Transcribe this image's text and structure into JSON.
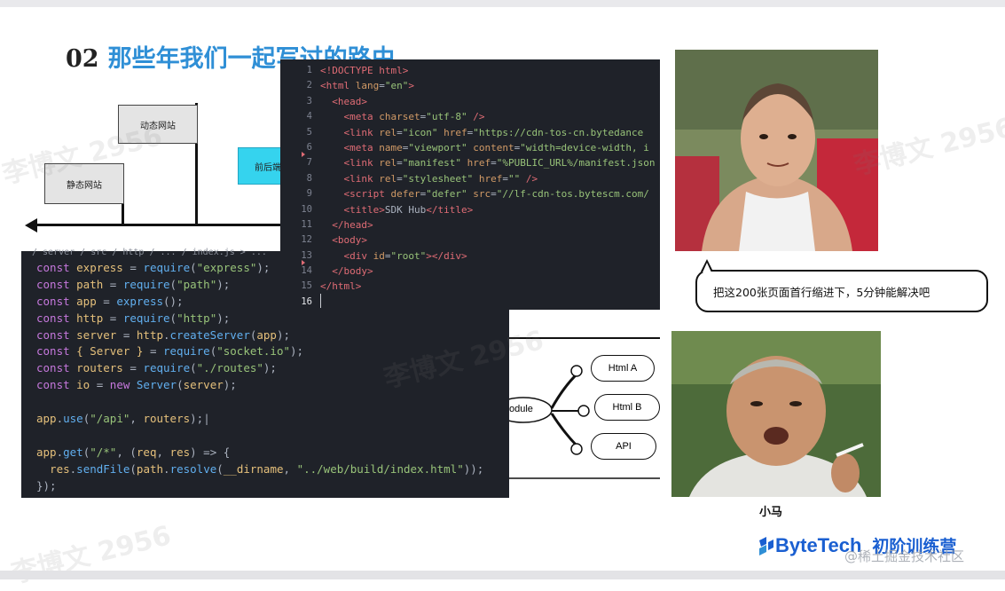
{
  "slide": {
    "number": "02",
    "title": "那些年我们一起写过的路由"
  },
  "timeline": {
    "static_site": "静态网站",
    "dynamic_site": "动态网站",
    "frontend_partial": "前后端"
  },
  "html_editor": {
    "line_numbers": [
      "1",
      "2",
      "3",
      "4",
      "5",
      "6",
      "7",
      "8",
      "9",
      "10",
      "11",
      "12",
      "13",
      "14",
      "15",
      "16"
    ],
    "lines": [
      [
        {
          "t": "<!DOCTYPE html>",
          "c": "tag"
        }
      ],
      [
        {
          "t": "<html ",
          "c": "tag"
        },
        {
          "t": "lang",
          "c": "attr"
        },
        {
          "t": "=",
          "c": "pun"
        },
        {
          "t": "\"en\"",
          "c": "str"
        },
        {
          "t": ">",
          "c": "tag"
        }
      ],
      [
        {
          "t": "  <head>",
          "c": "tag"
        }
      ],
      [
        {
          "t": "    <meta ",
          "c": "tag"
        },
        {
          "t": "charset",
          "c": "attr"
        },
        {
          "t": "=",
          "c": "pun"
        },
        {
          "t": "\"utf-8\"",
          "c": "str"
        },
        {
          "t": " />",
          "c": "tag"
        }
      ],
      [
        {
          "t": "    <link ",
          "c": "tag"
        },
        {
          "t": "rel",
          "c": "attr"
        },
        {
          "t": "=",
          "c": "pun"
        },
        {
          "t": "\"icon\"",
          "c": "str"
        },
        {
          "t": " href",
          "c": "attr"
        },
        {
          "t": "=",
          "c": "pun"
        },
        {
          "t": "\"https://cdn-tos-cn.bytedance",
          "c": "str"
        }
      ],
      [
        {
          "t": "    <meta ",
          "c": "tag"
        },
        {
          "t": "name",
          "c": "attr"
        },
        {
          "t": "=",
          "c": "pun"
        },
        {
          "t": "\"viewport\"",
          "c": "str"
        },
        {
          "t": " content",
          "c": "attr"
        },
        {
          "t": "=",
          "c": "pun"
        },
        {
          "t": "\"width=device-width, i",
          "c": "str"
        }
      ],
      [
        {
          "t": "    <link ",
          "c": "tag"
        },
        {
          "t": "rel",
          "c": "attr"
        },
        {
          "t": "=",
          "c": "pun"
        },
        {
          "t": "\"manifest\"",
          "c": "str"
        },
        {
          "t": " href",
          "c": "attr"
        },
        {
          "t": "=",
          "c": "pun"
        },
        {
          "t": "\"%PUBLIC_URL%/manifest.json",
          "c": "str"
        }
      ],
      [
        {
          "t": "    <link ",
          "c": "tag"
        },
        {
          "t": "rel",
          "c": "attr"
        },
        {
          "t": "=",
          "c": "pun"
        },
        {
          "t": "\"stylesheet\"",
          "c": "str"
        },
        {
          "t": " href",
          "c": "attr"
        },
        {
          "t": "=",
          "c": "pun"
        },
        {
          "t": "\"\"",
          "c": "str"
        },
        {
          "t": " />",
          "c": "tag"
        }
      ],
      [
        {
          "t": "    <script ",
          "c": "tag"
        },
        {
          "t": "defer",
          "c": "attr"
        },
        {
          "t": "=",
          "c": "pun"
        },
        {
          "t": "\"defer\"",
          "c": "str"
        },
        {
          "t": " src",
          "c": "attr"
        },
        {
          "t": "=",
          "c": "pun"
        },
        {
          "t": "\"//lf-cdn-tos.bytescm.com/",
          "c": "str"
        }
      ],
      [
        {
          "t": "    <title>",
          "c": "tag"
        },
        {
          "t": "SDK Hub",
          "c": "pun"
        },
        {
          "t": "</title>",
          "c": "tag"
        }
      ],
      [
        {
          "t": "  </head>",
          "c": "tag"
        }
      ],
      [
        {
          "t": "  <body>",
          "c": "tag"
        }
      ],
      [
        {
          "t": "    <div ",
          "c": "tag"
        },
        {
          "t": "id",
          "c": "attr"
        },
        {
          "t": "=",
          "c": "pun"
        },
        {
          "t": "\"root\"",
          "c": "str"
        },
        {
          "t": "></div>",
          "c": "tag"
        }
      ],
      [
        {
          "t": "  </body>",
          "c": "tag"
        }
      ],
      [
        {
          "t": "</html>",
          "c": "tag"
        }
      ],
      [
        {
          "t": "",
          "c": "pun"
        }
      ]
    ]
  },
  "js_editor": {
    "partial_top_line": "/ server / src / http / ... / index.js > ...",
    "lines": [
      [
        {
          "t": "const ",
          "c": "kw"
        },
        {
          "t": "express",
          "c": "var"
        },
        {
          "t": " = ",
          "c": "pun"
        },
        {
          "t": "require",
          "c": "fn"
        },
        {
          "t": "(",
          "c": "pun"
        },
        {
          "t": "\"express\"",
          "c": "str"
        },
        {
          "t": ");",
          "c": "pun"
        }
      ],
      [
        {
          "t": "const ",
          "c": "kw"
        },
        {
          "t": "path",
          "c": "var"
        },
        {
          "t": " = ",
          "c": "pun"
        },
        {
          "t": "require",
          "c": "fn"
        },
        {
          "t": "(",
          "c": "pun"
        },
        {
          "t": "\"path\"",
          "c": "str"
        },
        {
          "t": ");",
          "c": "pun"
        }
      ],
      [
        {
          "t": "const ",
          "c": "kw"
        },
        {
          "t": "app",
          "c": "var"
        },
        {
          "t": " = ",
          "c": "pun"
        },
        {
          "t": "express",
          "c": "fn"
        },
        {
          "t": "();",
          "c": "pun"
        }
      ],
      [
        {
          "t": "const ",
          "c": "kw"
        },
        {
          "t": "http",
          "c": "var"
        },
        {
          "t": " = ",
          "c": "pun"
        },
        {
          "t": "require",
          "c": "fn"
        },
        {
          "t": "(",
          "c": "pun"
        },
        {
          "t": "\"http\"",
          "c": "str"
        },
        {
          "t": ");",
          "c": "pun"
        }
      ],
      [
        {
          "t": "const ",
          "c": "kw"
        },
        {
          "t": "server",
          "c": "var"
        },
        {
          "t": " = ",
          "c": "pun"
        },
        {
          "t": "http",
          "c": "var"
        },
        {
          "t": ".",
          "c": "pun"
        },
        {
          "t": "createServer",
          "c": "fn"
        },
        {
          "t": "(",
          "c": "pun"
        },
        {
          "t": "app",
          "c": "var"
        },
        {
          "t": ");",
          "c": "pun"
        }
      ],
      [
        {
          "t": "const ",
          "c": "kw"
        },
        {
          "t": "{ Server }",
          "c": "var"
        },
        {
          "t": " = ",
          "c": "pun"
        },
        {
          "t": "require",
          "c": "fn"
        },
        {
          "t": "(",
          "c": "pun"
        },
        {
          "t": "\"socket.io\"",
          "c": "str"
        },
        {
          "t": ");",
          "c": "pun"
        }
      ],
      [
        {
          "t": "const ",
          "c": "kw"
        },
        {
          "t": "routers",
          "c": "var"
        },
        {
          "t": " = ",
          "c": "pun"
        },
        {
          "t": "require",
          "c": "fn"
        },
        {
          "t": "(",
          "c": "pun"
        },
        {
          "t": "\"./routes\"",
          "c": "str"
        },
        {
          "t": ");",
          "c": "pun"
        }
      ],
      [
        {
          "t": "const ",
          "c": "kw"
        },
        {
          "t": "io",
          "c": "var"
        },
        {
          "t": " = ",
          "c": "pun"
        },
        {
          "t": "new ",
          "c": "kw"
        },
        {
          "t": "Server",
          "c": "fn"
        },
        {
          "t": "(",
          "c": "pun"
        },
        {
          "t": "server",
          "c": "var"
        },
        {
          "t": ");",
          "c": "pun"
        }
      ],
      [
        {
          "t": "",
          "c": "pun"
        }
      ],
      [
        {
          "t": "app",
          "c": "var"
        },
        {
          "t": ".",
          "c": "pun"
        },
        {
          "t": "use",
          "c": "fn"
        },
        {
          "t": "(",
          "c": "pun"
        },
        {
          "t": "\"/api\"",
          "c": "str"
        },
        {
          "t": ", ",
          "c": "pun"
        },
        {
          "t": "routers",
          "c": "var"
        },
        {
          "t": ");",
          "c": "pun"
        },
        {
          "t": "|",
          "c": "pun"
        }
      ],
      [
        {
          "t": "",
          "c": "pun"
        }
      ],
      [
        {
          "t": "app",
          "c": "var"
        },
        {
          "t": ".",
          "c": "pun"
        },
        {
          "t": "get",
          "c": "fn"
        },
        {
          "t": "(",
          "c": "pun"
        },
        {
          "t": "\"/*\"",
          "c": "str"
        },
        {
          "t": ", (",
          "c": "pun"
        },
        {
          "t": "req",
          "c": "var"
        },
        {
          "t": ", ",
          "c": "pun"
        },
        {
          "t": "res",
          "c": "var"
        },
        {
          "t": ") => {",
          "c": "pun"
        }
      ],
      [
        {
          "t": "  res",
          "c": "var"
        },
        {
          "t": ".",
          "c": "pun"
        },
        {
          "t": "sendFile",
          "c": "fn"
        },
        {
          "t": "(",
          "c": "pun"
        },
        {
          "t": "path",
          "c": "var"
        },
        {
          "t": ".",
          "c": "pun"
        },
        {
          "t": "resolve",
          "c": "fn"
        },
        {
          "t": "(",
          "c": "pun"
        },
        {
          "t": "__dirname",
          "c": "var"
        },
        {
          "t": ", ",
          "c": "pun"
        },
        {
          "t": "\"../web/build/index.html\"",
          "c": "str"
        },
        {
          "t": "));",
          "c": "pun"
        }
      ],
      [
        {
          "t": "});",
          "c": "pun"
        }
      ]
    ]
  },
  "module_diagram": {
    "module_label": "odule",
    "items": [
      "Html A",
      "Html B",
      "API"
    ]
  },
  "speech_bubble": {
    "text": "把这200张页面首行缩进下，5分钟能解决吧"
  },
  "photo_caption": "小马",
  "watermark_text": "李博文 2956",
  "brand": {
    "name": "ByteTech",
    "subtitle": "初阶训练营",
    "community": "@稀土掘金技术社区"
  },
  "colors": {
    "title_blue": "#2f8fd6",
    "editor_bg": "#1f2229",
    "brand_blue": "#1a5fd1",
    "node_blue": "#35d3ee"
  }
}
